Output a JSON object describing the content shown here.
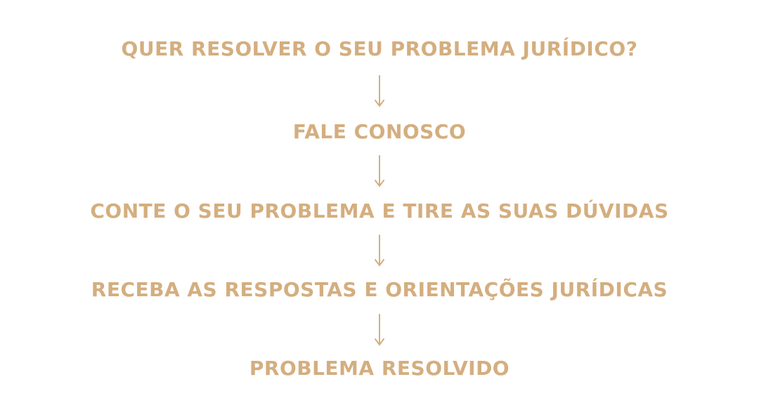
{
  "accent_color": "#d4ae7f",
  "steps": [
    "QUER RESOLVER O SEU PROBLEMA JURÍDICO?",
    "FALE CONOSCO",
    "CONTE O SEU PROBLEMA E TIRE AS SUAS DÚVIDAS",
    "RECEBA AS RESPOSTAS E ORIENTAÇÕES JURÍDICAS",
    "PROBLEMA RESOLVIDO"
  ],
  "arrow_icon": "arrow-down-icon"
}
